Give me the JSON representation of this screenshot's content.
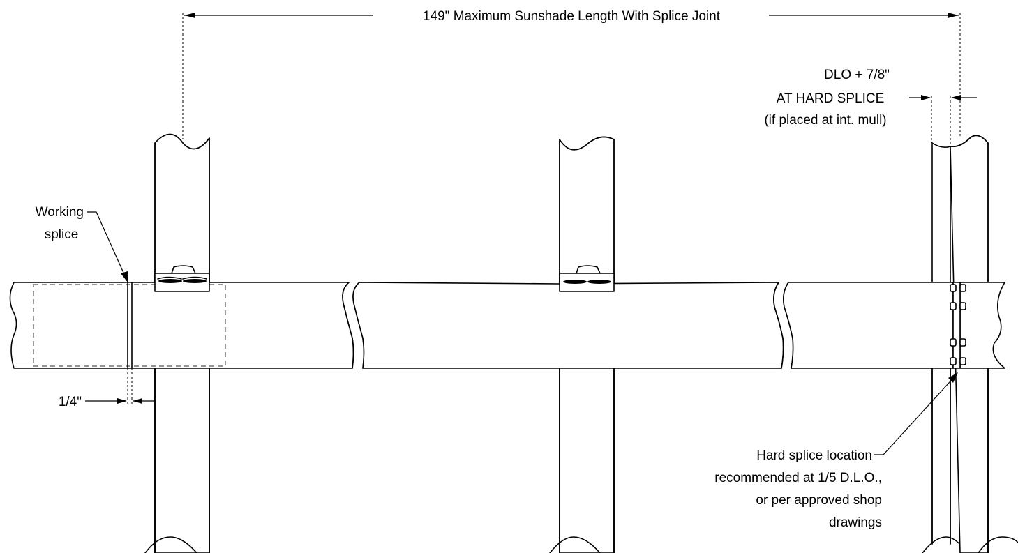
{
  "annotations": {
    "max_length": "149\" Maximum Sunshade Length With Splice Joint",
    "dlo_line1": "DLO + 7/8\"",
    "dlo_line2": "AT HARD SPLICE",
    "dlo_line3": "(if placed at int. mull)",
    "working_line1": "Working",
    "working_line2": "splice",
    "quarter_inch": "1/4\"",
    "hard_line1": "Hard splice location",
    "hard_line2": "recommended at 1/5 D.L.O.,",
    "hard_line3": "or per approved shop",
    "hard_line4": "drawings"
  },
  "colors": {
    "line": "#000000",
    "hidden_line": "#555555",
    "background": "#ffffff"
  }
}
